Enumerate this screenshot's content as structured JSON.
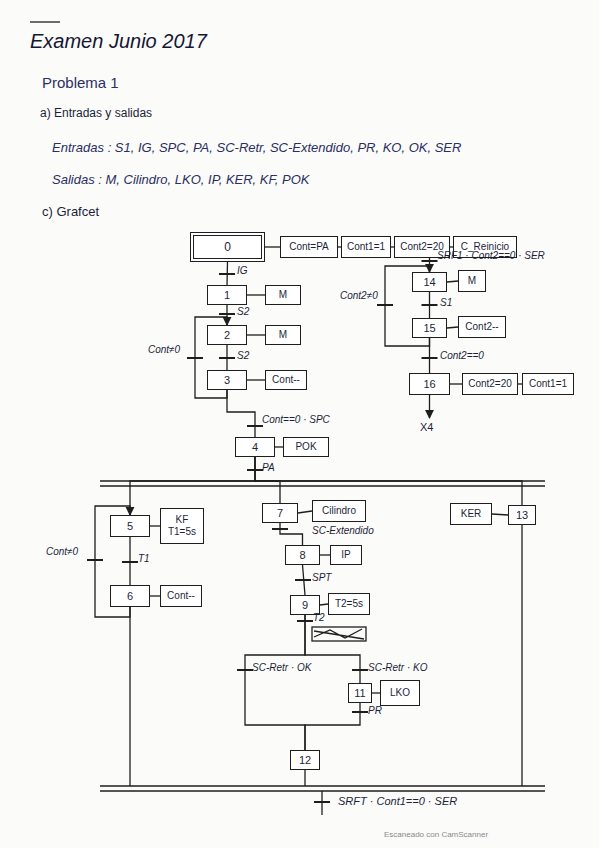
{
  "diagram": {
    "title": "Examen Junio 2017",
    "nodes": [
      {
        "text": [
          "0"
        ]
      },
      {
        "text": [
          "Cont=PA"
        ]
      },
      {
        "text": [
          "Cont1=1"
        ]
      },
      {
        "text": [
          "Cont2=20"
        ]
      },
      {
        "text": [
          "C_Reinicio"
        ]
      },
      {
        "text": [
          "1"
        ]
      },
      {
        "text": [
          "M"
        ]
      },
      {
        "text": [
          "2"
        ]
      },
      {
        "text": [
          "M"
        ]
      },
      {
        "text": [
          "3"
        ]
      },
      {
        "text": [
          "Cont--"
        ]
      },
      {
        "text": [
          "4"
        ]
      },
      {
        "text": [
          "POK"
        ]
      },
      {
        "text": [
          "5"
        ]
      },
      {
        "text": [
          "KF",
          "T1=5s"
        ]
      },
      {
        "text": [
          "6"
        ]
      },
      {
        "text": [
          "Cont--"
        ]
      },
      {
        "text": [
          "7"
        ]
      },
      {
        "text": [
          "Cilindro"
        ]
      },
      {
        "text": [
          "8"
        ]
      },
      {
        "text": [
          "IP"
        ]
      },
      {
        "text": [
          "9"
        ]
      },
      {
        "text": [
          "T2=5s"
        ]
      },
      {
        "text": [
          "11"
        ]
      },
      {
        "text": [
          "LKO"
        ]
      },
      {
        "text": [
          "12"
        ]
      },
      {
        "text": [
          "KER"
        ]
      },
      {
        "text": [
          "13"
        ]
      },
      {
        "text": [
          "14"
        ]
      },
      {
        "text": [
          "M"
        ]
      },
      {
        "text": [
          "15"
        ]
      },
      {
        "text": [
          "Cont2--"
        ]
      },
      {
        "text": [
          "16"
        ]
      },
      {
        "text": [
          "Cont2=20"
        ]
      },
      {
        "text": [
          "Cont1=1"
        ]
      }
    ],
    "edges": [
      {
        "from": 0,
        "to": 1,
        "arrow": "none"
      },
      {
        "from": 1,
        "to": 2,
        "arrow": "none"
      },
      {
        "from": 2,
        "to": 3,
        "arrow": "none"
      },
      {
        "from": 3,
        "to": 4,
        "arrow": "none"
      },
      {
        "from": 0,
        "to": 5,
        "label": "IG",
        "arrow": "none"
      },
      {
        "from": 5,
        "to": 6,
        "arrow": "none"
      },
      {
        "from": 5,
        "to": 7,
        "label": "S2",
        "arrow": "none"
      },
      {
        "from": 7,
        "to": 8,
        "arrow": "none"
      },
      {
        "from": 7,
        "to": 9,
        "label": "S2",
        "arrow": "none"
      },
      {
        "from": 9,
        "to": 7,
        "label": "Cont≠0",
        "arrow": "to"
      },
      {
        "from": 9,
        "to": 10,
        "arrow": "none"
      },
      {
        "from": 9,
        "to": 11,
        "label": "Cont==0 · SPC",
        "arrow": "none"
      },
      {
        "from": 11,
        "to": 12,
        "arrow": "none"
      },
      {
        "from": 11,
        "to": 13,
        "arrow": "none"
      },
      {
        "from": 11,
        "to": 17,
        "label": "PA",
        "arrow": "none"
      },
      {
        "from": 11,
        "to": 27,
        "arrow": "none"
      },
      {
        "from": 13,
        "to": 14,
        "arrow": "none"
      },
      {
        "from": 13,
        "to": 15,
        "label": "T1",
        "arrow": "none"
      },
      {
        "from": 15,
        "to": 13,
        "label": "Cont≠0",
        "arrow": "to"
      },
      {
        "from": 15,
        "to": 16,
        "arrow": "none"
      },
      {
        "from": 17,
        "to": 18,
        "arrow": "none"
      },
      {
        "from": 17,
        "to": 19,
        "label": "SC-Extendido",
        "arrow": "none"
      },
      {
        "from": 19,
        "to": 20,
        "arrow": "none"
      },
      {
        "from": 19,
        "to": 21,
        "label": "SPT",
        "arrow": "none"
      },
      {
        "from": 21,
        "to": 22,
        "arrow": "none"
      },
      {
        "from": 21,
        "to": 23,
        "label": "SC-Retr · KO",
        "arrow": "none"
      },
      {
        "from": 21,
        "to": 25,
        "label": "SC-Retr · OK",
        "arrow": "none"
      },
      {
        "from": 23,
        "to": 24,
        "arrow": "none"
      },
      {
        "from": 23,
        "to": 25,
        "label": "PR",
        "arrow": "none"
      },
      {
        "from": 27,
        "to": 26,
        "arrow": "none"
      },
      {
        "from": 28,
        "to": 29,
        "arrow": "none"
      },
      {
        "from": 28,
        "to": 30,
        "label": "S1",
        "arrow": "none"
      },
      {
        "from": 30,
        "to": 28,
        "label": "Cont2≠0",
        "arrow": "to"
      },
      {
        "from": 30,
        "to": 31,
        "arrow": "none"
      },
      {
        "from": 30,
        "to": 32,
        "label": "Cont2==0",
        "arrow": "none"
      },
      {
        "from": 32,
        "to": 33,
        "arrow": "none"
      },
      {
        "from": 33,
        "to": 34,
        "arrow": "none"
      }
    ],
    "labels": [
      "Problema 1",
      "a) Entradas y salidas",
      "Entradas : S1, IG, SPC, PA, SC-Retr, SC-Extendido, PR, KO, OK, SER",
      "Salidas : M, Cilindro, LKO, IP, KER, KF, POK",
      "c) Grafcet",
      "T2",
      "SRF1 · Cont2==0 · SER",
      "X4",
      "SRFT · Cont1==0 · SER",
      "Escaneado con CamScanner"
    ]
  }
}
